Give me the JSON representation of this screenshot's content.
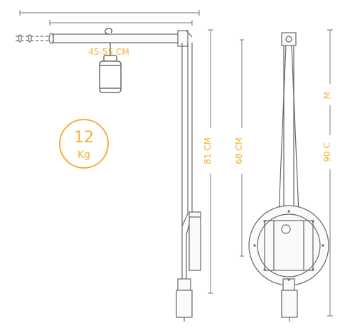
{
  "accent_color": "#f2b13a",
  "line_color": "#555555",
  "dimensions": {
    "arm_reach": "45-55 CM",
    "side_height_outer": "81 CM",
    "side_height_inner": "68 CM",
    "front_height": "90 C",
    "front_height_suffix": "M"
  },
  "load_badge": {
    "value": "12",
    "unit": "Kg"
  }
}
